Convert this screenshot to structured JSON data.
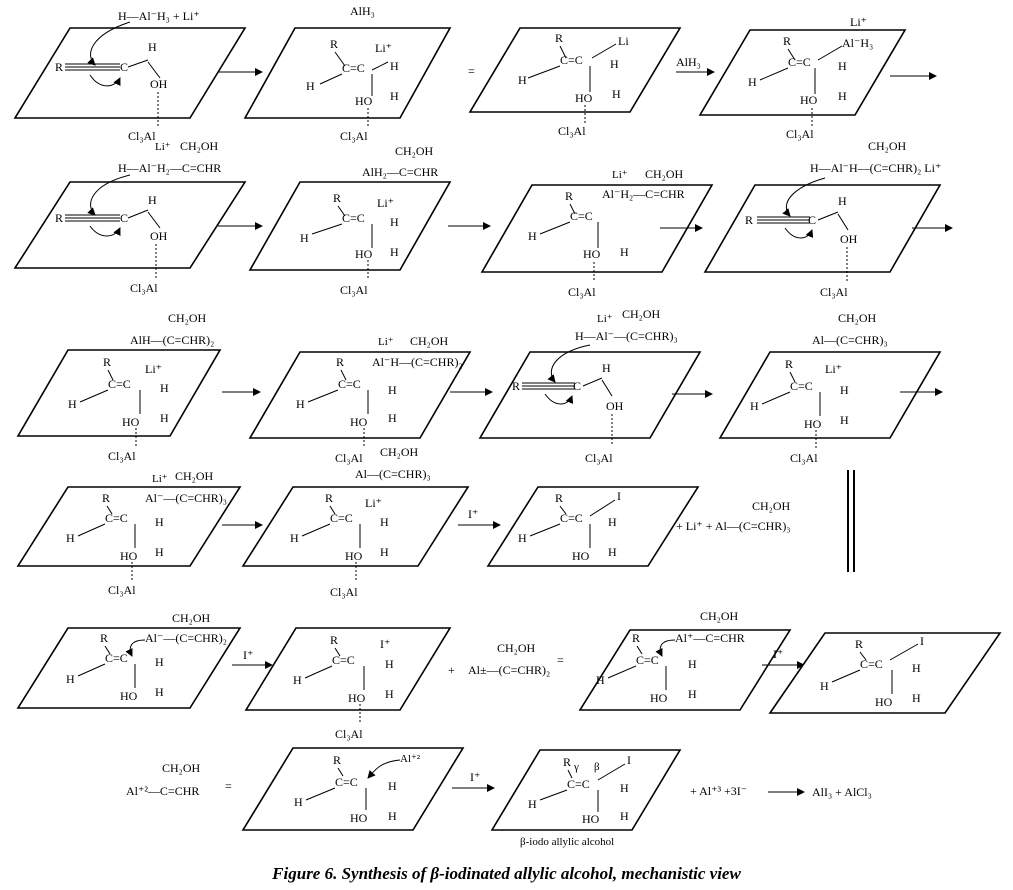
{
  "caption": "Figure 6. Synthesis of β-iodinated allylic alcohol, mechanistic view",
  "rows": [
    {
      "id": "row1",
      "top_labels": [
        "H—Al⁻H₃  + Li⁺",
        "AlH₃",
        "",
        "Li⁺"
      ],
      "bottom_labels": [
        "Cl₃Al",
        "Cl₃Al",
        "Cl₃Al",
        "Cl₃Al"
      ],
      "between": [
        "",
        "=",
        "AlH₃",
        ""
      ]
    }
  ],
  "fragments": {
    "cl3al": "Cl₃Al",
    "r": "R",
    "h": "H",
    "i": "I",
    "ho": "HO",
    "oh": "OH",
    "li": "Li⁺",
    "li_plain": "Li",
    "ch2oh": "CH₂OH",
    "i_plus": "I⁺",
    "alh3": "AlH₃",
    "al_minus_h3": "Al⁻H₃",
    "lih_alh3": "H—Al⁻H₃  + Li⁺",
    "alh2_chr": "Al⁻H₂—C=CHR",
    "h_alh2_chr": "H—Al⁻H₂—C=CHR",
    "alh2_plain": "AlH₂—C=CHR",
    "alh_chr2": "Al⁻H—(C=CHR)₂",
    "h_alh_chr2_li": "H—Al⁻H—(C=CHR)₂ Li⁺",
    "alh_chr2_plain": "AlH—(C=CHR)₂",
    "h_al_chr3": "H—Al⁻—(C=CHR)₃",
    "al_chr3": "Al—(C=CHR)₃",
    "al_minus_chr3": "Al⁻—(C=CHR)₃",
    "al_minus_chr2": "Al⁻—(C=CHR)₂",
    "alpm_chr2": "Al±—(C=CHR)₂",
    "alplus_chr": "Al⁺—C=CHR",
    "al2plus": "Al⁺²",
    "al2_chr": "Al⁺²—C=CHR",
    "li_plus_al_chr3": "+ Li⁺  + Al—(C=CHR)₃",
    "plus": "+",
    "equals": "=",
    "final_rhs": "+ Al⁺³ +3I⁻",
    "products": "AlI₃  + AlCl₃",
    "gamma": "γ",
    "beta": "β",
    "product_name": "β-iodo allylic alcohol"
  }
}
